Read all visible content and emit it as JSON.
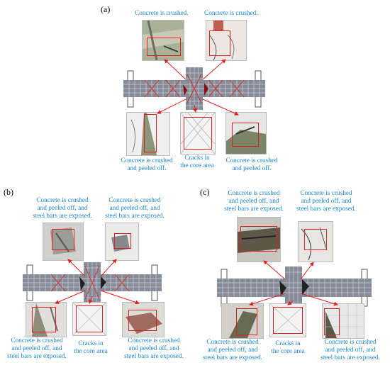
{
  "panel_a": {
    "label": "(a)",
    "top_left": "Concrete is crushed.",
    "top_right": "Concrete is crushed.",
    "bottom_left_1": "Concrete is crushed",
    "bottom_left_2": "and peeled off.",
    "bottom_center_1": "Cracks in",
    "bottom_center_2": "the core area",
    "bottom_right_1": "Concrete is crushed",
    "bottom_right_2": "and peeled off."
  },
  "panel_b": {
    "label": "(b)",
    "top_left_1": "Concrete is crushed",
    "top_left_2": "and peeled off, and",
    "top_left_3": "steel bars are exposed.",
    "top_right_1": "Concrete is crushed",
    "top_right_2": "and peeled off, and",
    "top_right_3": "steel bars are exposed.",
    "bottom_left_1": "Concrete is crushed",
    "bottom_left_2": "and peeled off, and",
    "bottom_left_3": "steel bars are exposed.",
    "bottom_center_1": "Cracks in",
    "bottom_center_2": "the core area",
    "bottom_right_1": "Concrete is crushed",
    "bottom_right_2": "and peeled off, and",
    "bottom_right_3": "steel bars are exposed."
  },
  "panel_c": {
    "label": "(c)",
    "top_left_1": "Concrete is crushed",
    "top_left_2": "and peeled off, and",
    "top_left_3": "steel bars are exposed.",
    "top_right_1": "Concrete is crushed",
    "top_right_2": "and peeled off, and",
    "top_right_3": "steel bars are exposed.",
    "bottom_left_1": "Concrete is crushed",
    "bottom_left_2": "and peeled off, and",
    "bottom_left_3": "steel bars are exposed.",
    "bottom_center_1": "Cracks in",
    "bottom_center_2": "the core area",
    "bottom_right_1": "Concrete is crushed",
    "bottom_right_2": "and peeled off, and",
    "bottom_right_3": "steel bars are exposed."
  },
  "colors": {
    "caption": "#1a86d0",
    "highlight": "#e02020",
    "arrow": "#e02020",
    "mesh": "#707784"
  }
}
